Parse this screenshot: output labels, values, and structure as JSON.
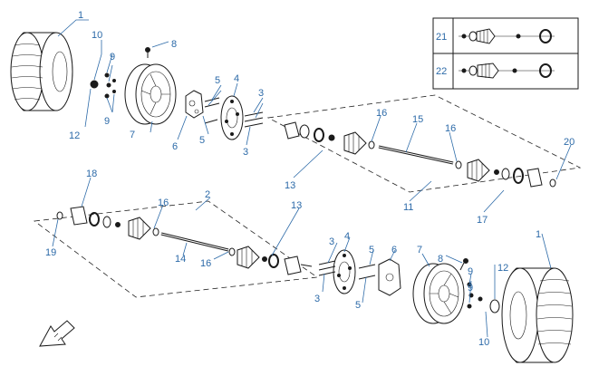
{
  "callouts": {
    "c1a": "1",
    "c1b": "1",
    "c2": "2",
    "c3a": "3",
    "c3b": "3",
    "c3c": "3",
    "c3d": "3",
    "c4a": "4",
    "c4b": "4",
    "c5a": "5",
    "c5b": "5",
    "c5c": "5",
    "c5d": "5",
    "c6a": "6",
    "c6b": "6",
    "c7a": "7",
    "c7b": "7",
    "c8a": "8",
    "c8b": "8",
    "c9a": "9",
    "c9b": "9",
    "c9c": "9",
    "c9d": "9",
    "c10a": "10",
    "c10b": "10",
    "c11": "11",
    "c12a": "12",
    "c12b": "12",
    "c13a": "13",
    "c13b": "13",
    "c14": "14",
    "c15": "15",
    "c16a": "16",
    "c16b": "16",
    "c16c": "16",
    "c16d": "16",
    "c17": "17",
    "c18": "18",
    "c19": "19",
    "c20": "20",
    "c21": "21",
    "c22": "22"
  },
  "colors": {
    "callout": "#2c6aa8",
    "line": "#1a1a1a"
  },
  "icons": {
    "direction_arrow": "front-direction-arrow-icon"
  }
}
